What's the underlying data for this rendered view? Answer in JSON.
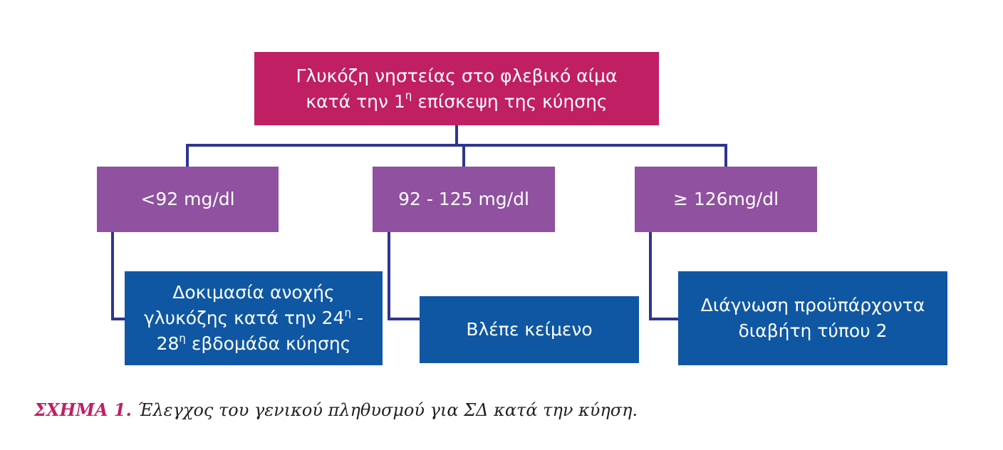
{
  "flowchart": {
    "root": {
      "line1": "Γλυκόζη νηστείας στο φλεβικό αίμα",
      "line2_pre": "κατά την 1",
      "line2_sup": "η",
      "line2_post": " επίσκεψη της κύησης"
    },
    "branches": [
      {
        "range": "<92 mg/dl"
      },
      {
        "range": "92 - 125 mg/dl"
      },
      {
        "range": "≥ 126mg/dl"
      }
    ],
    "outcomes": [
      {
        "line1": "Δοκιμασία ανοχής",
        "line2_pre": "γλυκόζης κατά την 24",
        "line2_sup": "η",
        "line2_post": " -",
        "line3_pre": "28",
        "line3_sup": "η",
        "line3_post": " εβδομάδα κύησης"
      },
      {
        "line1": "Βλέπε κείμενο"
      },
      {
        "line1": "Διάγνωση προϋπάρχοντα",
        "line2": "διαβήτη τύπου 2"
      }
    ]
  },
  "caption": {
    "lead": "ΣΧΗΜΑ 1.",
    "text": "Έλεγχος του γενικού πληθυσμού για ΣΔ κατά την κύηση."
  },
  "colors": {
    "root": "#c01f63",
    "branch": "#8f51a0",
    "outcome": "#0f57a3",
    "connector": "#2e3590",
    "caption_lead": "#c01f63"
  }
}
